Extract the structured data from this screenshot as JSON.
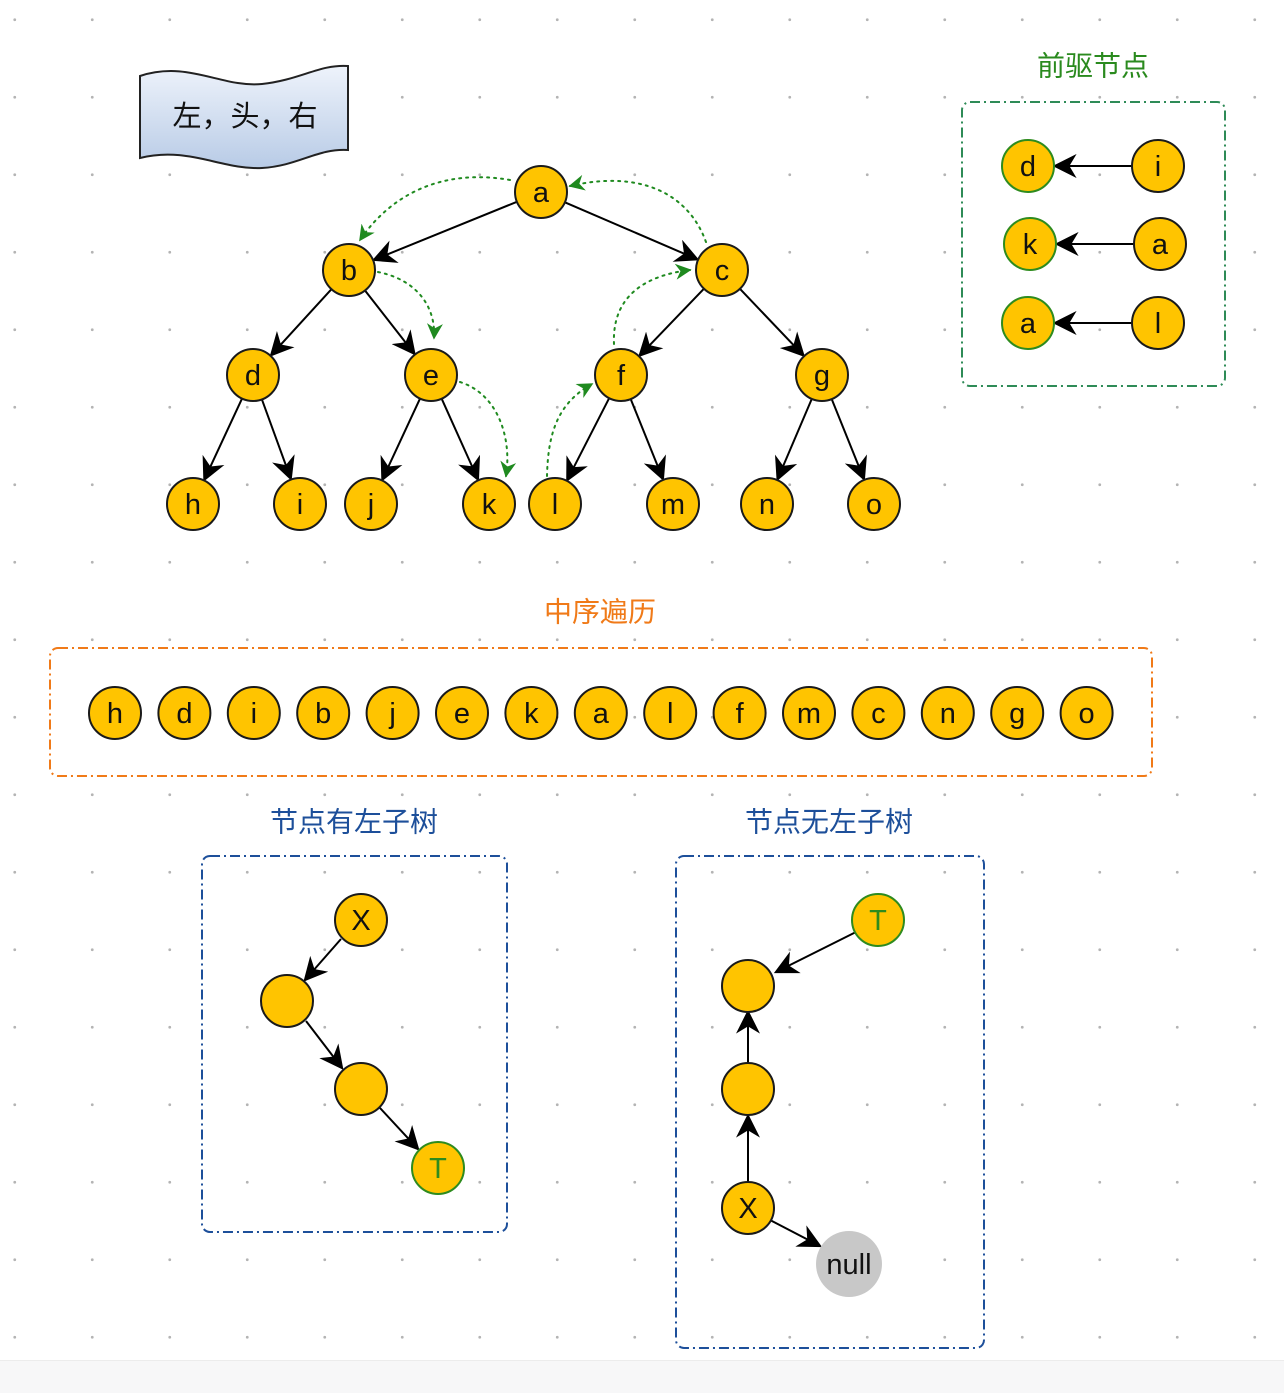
{
  "banner": {
    "text": "左，头，右"
  },
  "colors": {
    "node_fill": "#ffc400",
    "node_stroke": "#1a1a1a",
    "highlight_stroke": "#2e8b1e",
    "highlight_text": "#2e8b1e",
    "null_fill": "#c8c8c8",
    "edge": "#000000",
    "thread_edge": "#1f8a1f",
    "inorder_accent": "#f07a18",
    "predecessor_accent": "#2e8b57",
    "case_accent": "#1d4f9a"
  },
  "tree": {
    "nodes": [
      "a",
      "b",
      "c",
      "d",
      "e",
      "f",
      "g",
      "h",
      "i",
      "j",
      "k",
      "l",
      "m",
      "n",
      "o"
    ],
    "edges": [
      [
        "a",
        "b"
      ],
      [
        "a",
        "c"
      ],
      [
        "b",
        "d"
      ],
      [
        "b",
        "e"
      ],
      [
        "c",
        "f"
      ],
      [
        "c",
        "g"
      ],
      [
        "d",
        "h"
      ],
      [
        "d",
        "i"
      ],
      [
        "e",
        "j"
      ],
      [
        "e",
        "k"
      ],
      [
        "f",
        "l"
      ],
      [
        "f",
        "m"
      ],
      [
        "g",
        "n"
      ],
      [
        "g",
        "o"
      ]
    ],
    "thread_arrows": [
      [
        "a",
        "b"
      ],
      [
        "b",
        "e"
      ],
      [
        "e",
        "k"
      ],
      [
        "l",
        "f"
      ],
      [
        "f",
        "c"
      ],
      [
        "c",
        "a"
      ]
    ]
  },
  "predecessor": {
    "title": "前驱节点",
    "pairs": [
      {
        "predecessor": "d",
        "node": "i"
      },
      {
        "predecessor": "k",
        "node": "a"
      },
      {
        "predecessor": "a",
        "node": "l"
      }
    ]
  },
  "inorder": {
    "title": "中序遍历",
    "sequence": [
      "h",
      "d",
      "i",
      "b",
      "j",
      "e",
      "k",
      "a",
      "l",
      "f",
      "m",
      "c",
      "n",
      "g",
      "o"
    ]
  },
  "case_left": {
    "title": "节点有左子树",
    "node_x": "X",
    "node_t": "T"
  },
  "case_right": {
    "title": "节点无左子树",
    "node_x": "X",
    "node_t": "T",
    "null_label": "null"
  }
}
